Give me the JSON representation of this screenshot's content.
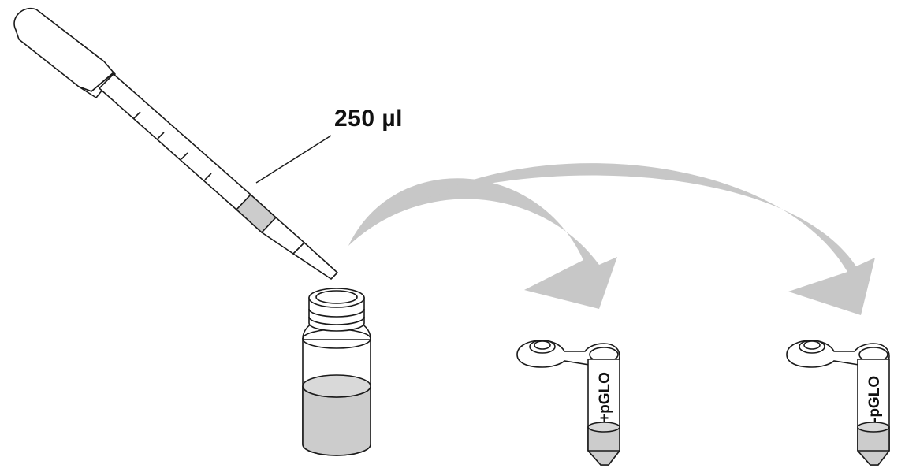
{
  "volume_label": "250 µl",
  "tubes": [
    {
      "label": "+pGLO"
    },
    {
      "label": "-pGLO"
    }
  ],
  "colors": {
    "outline": "#1a1a1a",
    "liquid": "#cccccc",
    "arrow": "#c7c7c7"
  }
}
